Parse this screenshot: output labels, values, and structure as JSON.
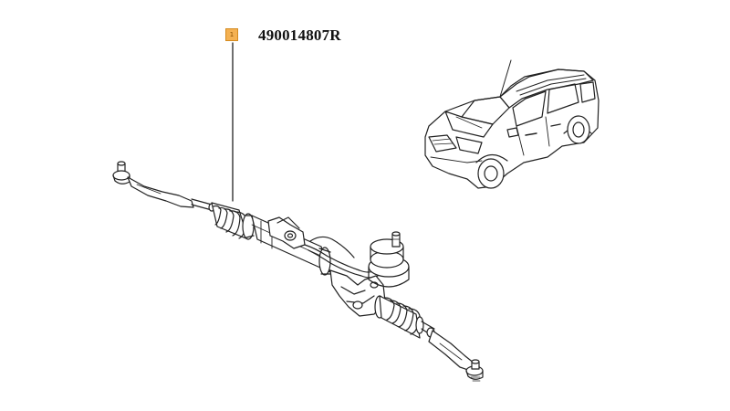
{
  "callout": {
    "label": "1"
  },
  "part": {
    "number": "490014807R"
  },
  "colors": {
    "callout_fill": "#f4b152",
    "line": "#222222"
  },
  "icons": {
    "vehicle": "suv-vehicle-icon",
    "assembly": "steering-rack-assembly"
  }
}
